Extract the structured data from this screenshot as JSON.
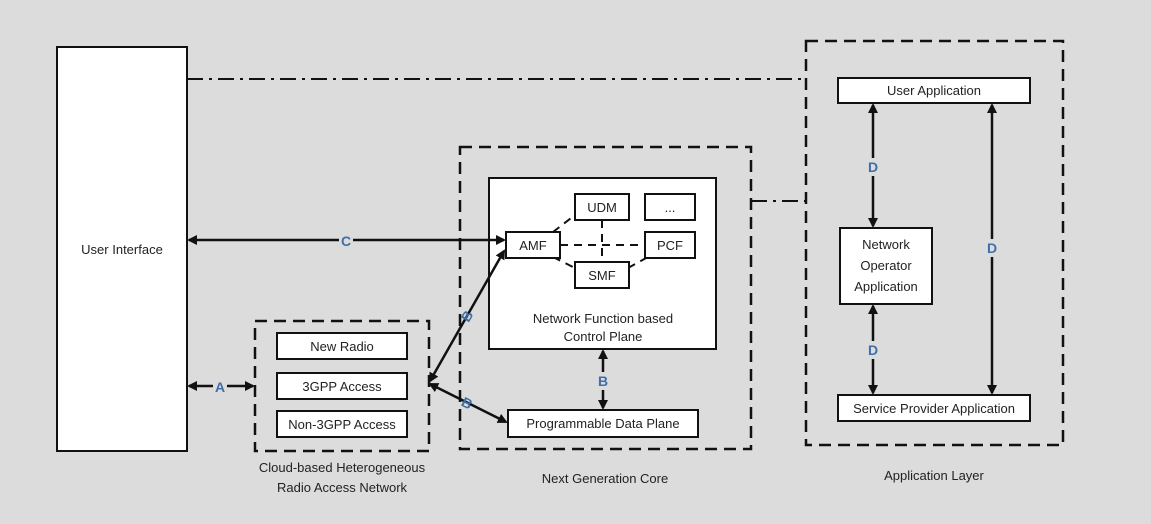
{
  "colors": {
    "background": "#dcdcdc",
    "box_fill": "#ffffff",
    "stroke": "#111111",
    "interface_label": "#3f6fa8"
  },
  "nodes": {
    "user_interface": "User Interface",
    "new_radio": "New Radio",
    "access_3gpp": "3GPP Access",
    "access_non_3gpp": "Non-3GPP Access",
    "amf": "AMF",
    "udm": "UDM",
    "more": "...",
    "pcf": "PCF",
    "smf": "SMF",
    "control_plane_line1": "Network Function based",
    "control_plane_line2": "Control Plane",
    "data_plane": "Programmable Data Plane",
    "user_application": "User Application",
    "network_operator_line1": "Network",
    "network_operator_line2": "Operator",
    "network_operator_line3": "Application",
    "service_provider_application": "Service Provider Application"
  },
  "regions": {
    "ran_line1": "Cloud-based Heterogeneous",
    "ran_line2": "Radio Access Network",
    "core": "Next Generation Core",
    "application_layer": "Application Layer"
  },
  "interfaces": {
    "a": "A",
    "b_amf": "B",
    "b_dataplane": "B",
    "b_vertical": "B",
    "c": "C",
    "d_upper": "D",
    "d_lower": "D",
    "d_right": "D"
  }
}
